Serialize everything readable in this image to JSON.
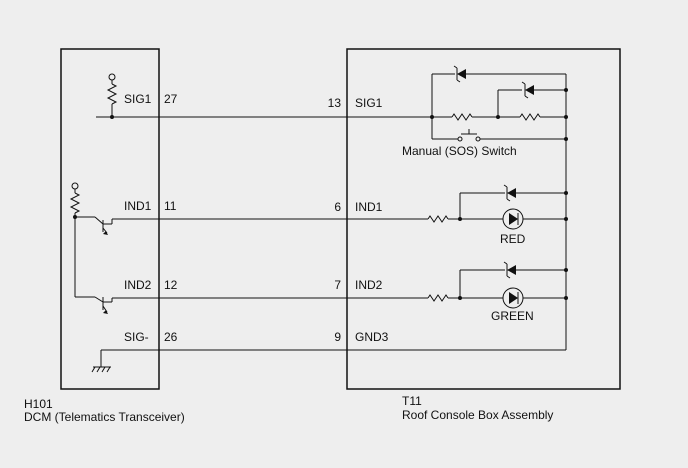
{
  "left_module": {
    "code": "H101",
    "name": "DCM (Telematics Transceiver)",
    "pins": [
      {
        "label": "SIG1",
        "number": "27"
      },
      {
        "label": "IND1",
        "number": "11"
      },
      {
        "label": "IND2",
        "number": "12"
      },
      {
        "label": "SIG-",
        "number": "26"
      }
    ]
  },
  "right_module": {
    "code": "T11",
    "name": "Roof Console Box Assembly",
    "pins": [
      {
        "label": "SIG1",
        "number": "13"
      },
      {
        "label": "IND1",
        "number": "6"
      },
      {
        "label": "IND2",
        "number": "7"
      },
      {
        "label": "GND3",
        "number": "9"
      }
    ],
    "switch_label": "Manual (SOS) Switch",
    "led1_label": "RED",
    "led2_label": "GREEN"
  }
}
